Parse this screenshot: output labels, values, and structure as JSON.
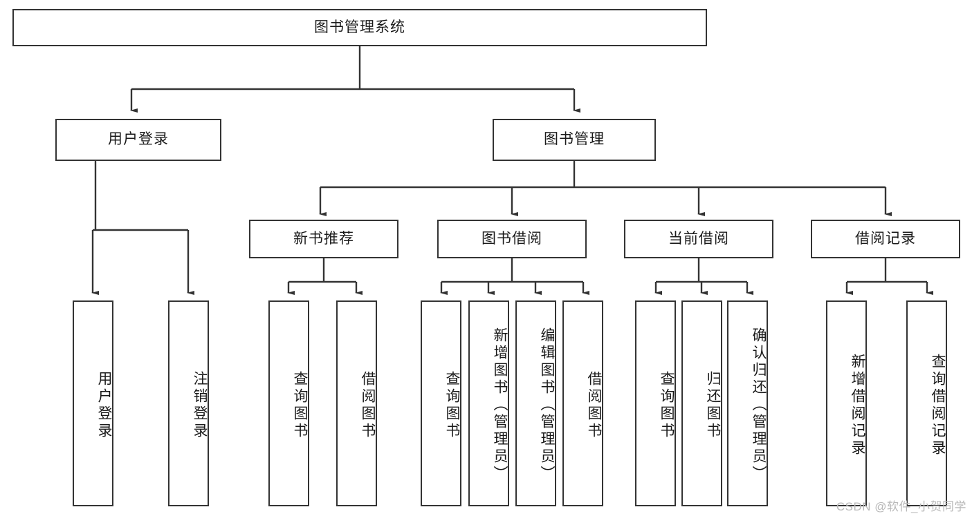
{
  "diagram": {
    "title": "图书管理系统",
    "type": "tree-hierarchy-chart",
    "watermark": "CSDN @软件_小贺同学",
    "colors": {
      "stroke": "#333333",
      "fill": "#ffffff",
      "text": "#1a1a1a",
      "watermark": "#b8b8b8"
    },
    "nodes": {
      "root": {
        "label": "图书管理系统"
      },
      "level2": [
        {
          "id": "user-login",
          "label": "用户登录"
        },
        {
          "id": "book-manage",
          "label": "图书管理"
        }
      ],
      "level3": [
        {
          "id": "new-book-recommend",
          "label": "新书推荐"
        },
        {
          "id": "book-borrow",
          "label": "图书借阅"
        },
        {
          "id": "current-borrow",
          "label": "当前借阅"
        },
        {
          "id": "borrow-record",
          "label": "借阅记录"
        }
      ],
      "leaves": {
        "user-login": [
          {
            "id": "leaf-user-login",
            "label": "用户登录"
          },
          {
            "id": "leaf-logout-login",
            "label": "注销登录"
          }
        ],
        "new-book-recommend": [
          {
            "id": "leaf-query-book-1",
            "label": "查询图书"
          },
          {
            "id": "leaf-borrow-book-1",
            "label": "借阅图书"
          }
        ],
        "book-borrow": [
          {
            "id": "leaf-query-book-2",
            "label": "查询图书"
          },
          {
            "id": "leaf-add-book",
            "label": "新增图书（管理员）"
          },
          {
            "id": "leaf-edit-book",
            "label": "编辑图书（管理员）"
          },
          {
            "id": "leaf-borrow-book-2",
            "label": "借阅图书"
          }
        ],
        "current-borrow": [
          {
            "id": "leaf-query-book-3",
            "label": "查询图书"
          },
          {
            "id": "leaf-return-book",
            "label": "归还图书"
          },
          {
            "id": "leaf-confirm-return",
            "label": "确认归还（管理员）"
          }
        ],
        "borrow-record": [
          {
            "id": "leaf-add-record",
            "label": "新增借阅记录"
          },
          {
            "id": "leaf-query-record",
            "label": "查询借阅记录"
          }
        ]
      }
    }
  }
}
